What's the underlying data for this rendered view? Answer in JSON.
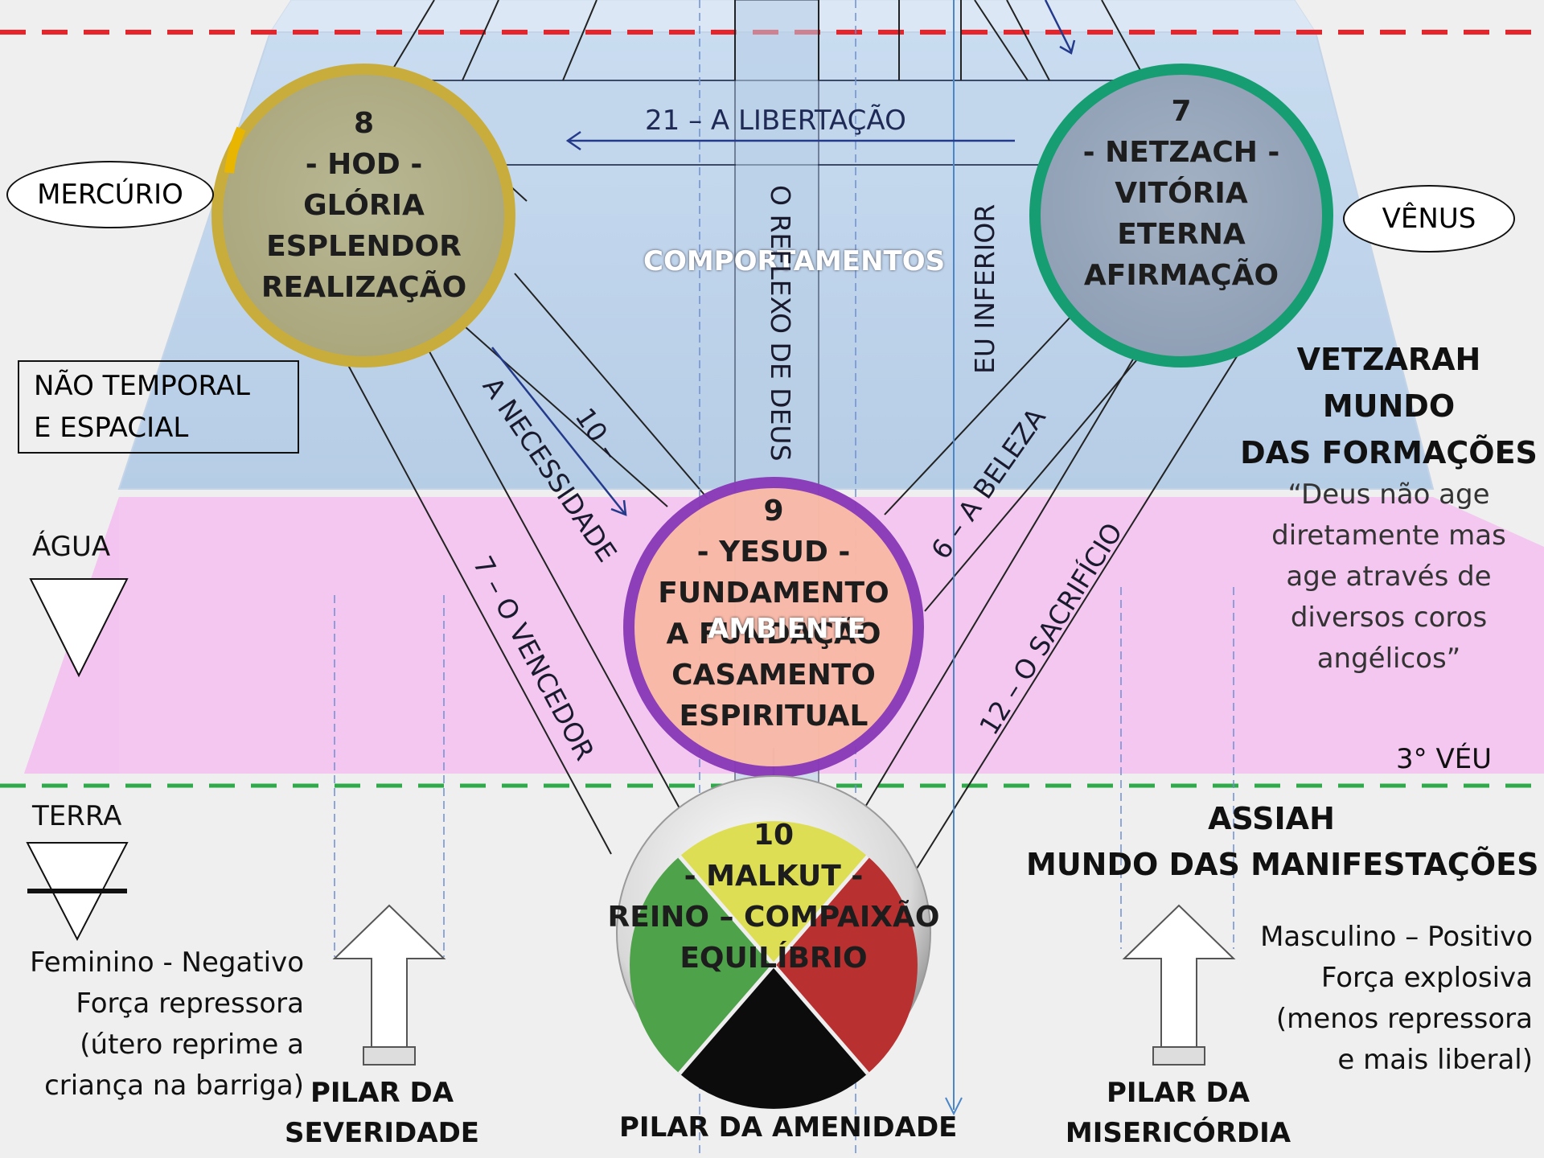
{
  "colors": {
    "pyramid_blue": "#b8cfe6",
    "pink_band": "#f2c4ef",
    "red_dash": "#e8232a",
    "green_dash": "#2eaa4a",
    "hod_ring": "#c9ad3c",
    "netzach_ring": "#169e72",
    "yesod_ring": "#8a3ab8",
    "yesod_fill": "#f9b9a7"
  },
  "sephiroth": {
    "hod": {
      "number": "8",
      "name": "- HOD -",
      "line1": "GLÓRIA",
      "line2": "ESPLENDOR",
      "line3": "REALIZAÇÃO"
    },
    "netzach": {
      "number": "7",
      "name": "- NETZACH -",
      "line1": "VITÓRIA",
      "line2": "ETERNA",
      "line3": "AFIRMAÇÃO"
    },
    "yesod": {
      "number": "9",
      "name": "- YESUD -",
      "line1": "FUNDAMENTO",
      "line2": "A FUNDAÇÃO",
      "line3": "CASAMENTO",
      "line4": "ESPIRITUAL",
      "overlay": "AMBIENTE"
    },
    "malkut": {
      "number": "10",
      "name": "- MALKUT -",
      "line1": "REINO – COMPAIXÃO",
      "line2": "EQUILÍBRIO"
    }
  },
  "paths": {
    "p21": "21 – A LIBERTAÇÃO",
    "p10": "10 –",
    "p10b": "A NECESSIDADE",
    "p6": "6 – A BELEZA",
    "p12": "12 – O SACRIFÍCIO",
    "p7": "7 – O VENCEDOR",
    "reflexo": "O REFLEXO DE DEUS",
    "eu_inferior": "EU INFERIOR",
    "comportamentos": "COMPORTAMENTOS"
  },
  "labels": {
    "mercurio": "MERCÚRIO",
    "venus": "VÊNUS",
    "nao_temporal_1": "NÃO TEMPORAL",
    "nao_temporal_2": "E ESPACIAL",
    "agua": "ÁGUA",
    "terra": "TERRA",
    "veu": "3° VÉU",
    "vetzarah_1": "VETZARAH",
    "vetzarah_2": "MUNDO",
    "vetzarah_3": "DAS FORMAÇÕES",
    "quote_1": "“Deus não age",
    "quote_2": "diretamente mas",
    "quote_3": "age através de",
    "quote_4": "diversos coros",
    "quote_5": "angélicos”",
    "assiah_1": "ASSIAH",
    "assiah_2": "MUNDO DAS MANIFESTAÇÕES",
    "fem_1": "Feminino - Negativo",
    "fem_2": "Força repressora",
    "fem_3": "(útero reprime a",
    "fem_4": "criança na barriga)",
    "masc_1": "Masculino – Positivo",
    "masc_2": "Força explosiva",
    "masc_3": "(menos repressora",
    "masc_4": "e mais liberal)",
    "pilar_sev_1": "PILAR DA",
    "pilar_sev_2": "SEVERIDADE",
    "pilar_amen": "PILAR DA AMENIDADE",
    "pilar_mis_1": "PILAR DA",
    "pilar_mis_2": "MISERICÓRDIA"
  }
}
